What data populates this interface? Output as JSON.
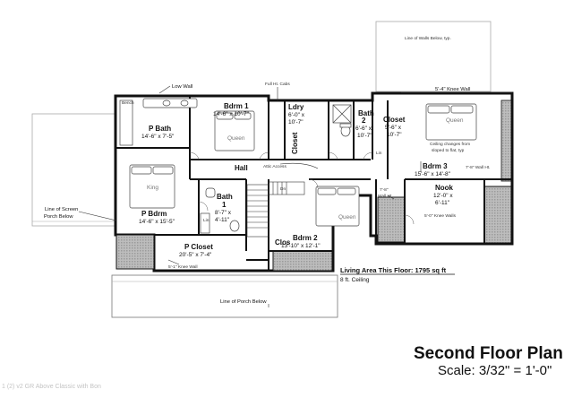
{
  "plan": {
    "title": "Second Floor Plan",
    "scale": "Scale: 3/32\" = 1'-0\"",
    "watermark": "1 (2) v2 GR Above Classic with Bon",
    "living_area": "Living Area This Floor: 1795 sq ft",
    "ceiling": "8 ft. Ceiling"
  },
  "rooms": {
    "p_bath": {
      "name": "P Bath",
      "dims": "14'-6\" x 7'-5\""
    },
    "bdrm1": {
      "name": "Bdrm 1",
      "dims": "14'-6\" x 10'-7\"",
      "bed": "Queen"
    },
    "ldry": {
      "name": "Ldry",
      "dims1": "6'-0\" x",
      "dims2": "10'-7\""
    },
    "bath2": {
      "name": "Bath",
      "num": "2",
      "dims1": "6'-6\" x",
      "dims2": "10'-7\""
    },
    "closet_top": {
      "name": "Closet",
      "dims1": "5'-6\" x",
      "dims2": "10'-7\""
    },
    "closet_vert": {
      "name": "Closet"
    },
    "hall": {
      "name": "Hall"
    },
    "p_bdrm": {
      "name": "P Bdrm",
      "dims": "14'-6\" x 15'-5\"",
      "bed": "King"
    },
    "bath1": {
      "name": "Bath",
      "num": "1",
      "dims1": "8'-7\" x",
      "dims2": "4'-11\""
    },
    "bdrm2": {
      "name": "Bdrm 2",
      "dims": "13'-10\" x 12'-1\"",
      "bed": "Queen"
    },
    "clos": {
      "name": "Clos"
    },
    "p_closet": {
      "name": "P Closet",
      "dims": "20'-5\" x 7'-4\""
    },
    "bdrm3": {
      "name": "Bdrm 3",
      "dims": "15'-6\" x 14'-8\"",
      "bed": "Queen"
    },
    "nook": {
      "name": "Nook",
      "dims1": "12'-0\" x",
      "dims2": "6'-11\""
    }
  },
  "notes": {
    "low_wall": "Low Wall",
    "full_ht_cabs": "Full Ht. Cabs",
    "knee_wall_54": "5'-4\" Knee Wall",
    "line_of_walls_below": "Line of Walls Below, typ.",
    "ceiling_changes_1": "Ceiling changes from",
    "ceiling_changes_2": "sloped to flat, typ",
    "attic_access": "Attic Access",
    "wall_ht_78_right": "7'-8\" Wall Ht.",
    "wall_ht_78_left_1": "7'-8\"",
    "wall_ht_78_left_2": "Wall Ht.",
    "knee_walls_50": "5'-0\" Knee Walls",
    "line_of_screen_1": "Line of Screen",
    "line_of_screen_2": "Porch Below",
    "knee_wall_51": "5'-1\" Knee Wall",
    "line_of_porch_below": "Line of Porch Below",
    "bench": "Bench",
    "lin": "Lin",
    "dn": "Dn"
  }
}
